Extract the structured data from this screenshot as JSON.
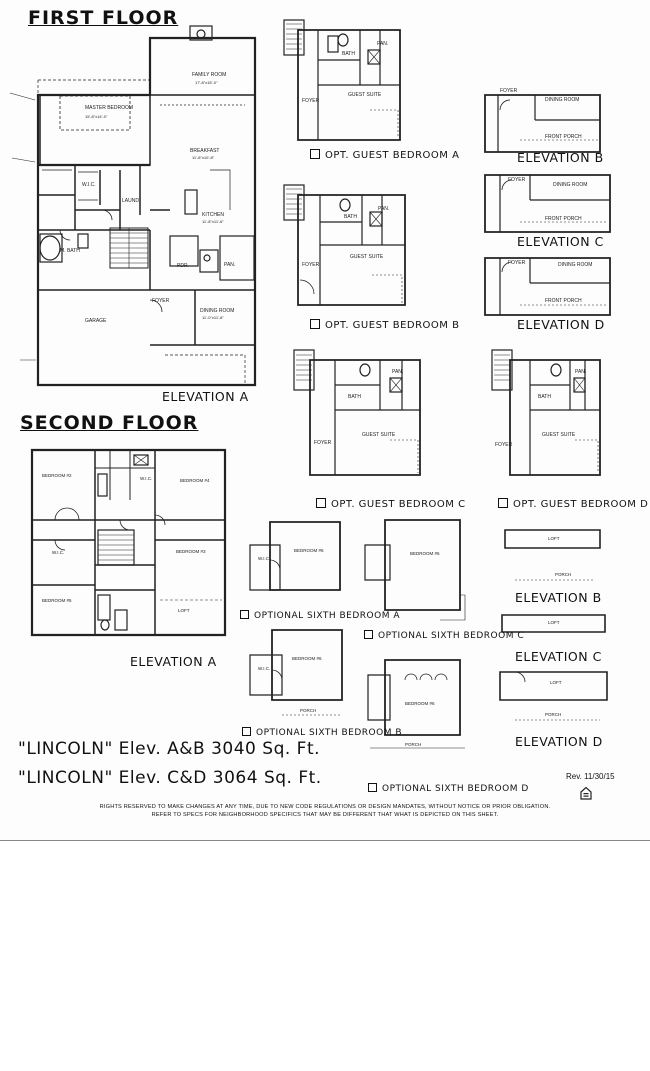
{
  "headings": {
    "first_floor": "FIRST FLOOR",
    "second_floor": "SECOND FLOOR"
  },
  "first_floor": {
    "elevation_caption": "ELEVATION A",
    "rooms": {
      "family_room": "FAMILY ROOM",
      "master_bedroom": "MASTER BEDROOM",
      "breakfast": "BREAKFAST",
      "kitchen": "KITCHEN",
      "wic": "W.I.C.",
      "laund": "LAUND.",
      "m_bath": "M. BATH",
      "pan": "PAN.",
      "pdr": "PDR.",
      "garage": "GARAGE",
      "foyer": "FOYER",
      "dining_room": "DINING ROOM",
      "dims_family": "17'-8\"x15'-0\"",
      "dims_master": "15'-8\"x14'-0\"",
      "dims_breakfast": "11'-8\"x10'-8\"",
      "dims_kitchen": "11'-8\"x11'-6\"",
      "dims_dining": "11'-0\"x11'-8\""
    }
  },
  "guest_bedroom_options": [
    {
      "caption": "OPT. GUEST BEDROOM A",
      "suite": "GUEST SUITE",
      "bath": "BATH",
      "pan": "PAN.",
      "foyer": "FOYER"
    },
    {
      "caption": "OPT. GUEST BEDROOM B",
      "suite": "GUEST SUITE",
      "bath": "BATH",
      "pan": "PAN.",
      "foyer": "FOYER"
    },
    {
      "caption": "OPT. GUEST BEDROOM C",
      "suite": "GUEST SUITE",
      "bath": "BATH",
      "pan": "PAN.",
      "foyer": "FOYER"
    },
    {
      "caption": "OPT. GUEST BEDROOM D",
      "suite": "GUEST SUITE",
      "bath": "BATH",
      "pan": "PAN.",
      "foyer": "FOYER"
    }
  ],
  "first_floor_elevations": [
    {
      "caption": "ELEVATION B",
      "dining": "DINING ROOM",
      "porch": "FRONT PORCH",
      "foyer": "FOYER"
    },
    {
      "caption": "ELEVATION C",
      "dining": "DINING ROOM",
      "porch": "FRONT PORCH",
      "foyer": "FOYER"
    },
    {
      "caption": "ELEVATION D",
      "dining": "DINING ROOM",
      "porch": "FRONT PORCH",
      "foyer": "FOYER"
    }
  ],
  "second_floor": {
    "elevation_caption": "ELEVATION A",
    "rooms": {
      "bedroom_2": "BEDROOM #2",
      "bedroom_3": "BEDROOM #3",
      "bedroom_4": "BEDROOM #4",
      "bedroom_5": "BEDROOM #5",
      "wic_1": "W.I.C.",
      "wic_2": "W.I.C.",
      "loft": "LOFT"
    }
  },
  "sixth_bedroom_options": [
    {
      "caption": "OPTIONAL SIXTH BEDROOM A",
      "room": "BEDROOM #6",
      "wic": "W.I.C."
    },
    {
      "caption": "OPTIONAL SIXTH BEDROOM B",
      "room": "BEDROOM #6",
      "wic": "W.I.C.",
      "porch": "PORCH"
    },
    {
      "caption": "OPTIONAL SIXTH BEDROOM C",
      "room": "BEDROOM #6"
    },
    {
      "caption": "OPTIONAL SIXTH BEDROOM D",
      "room": "BEDROOM #6",
      "porch": "PORCH"
    }
  ],
  "second_floor_elevations": [
    {
      "caption": "ELEVATION B",
      "loft": "LOFT",
      "porch": "PORCH"
    },
    {
      "caption": "ELEVATION C",
      "loft": "LOFT"
    },
    {
      "caption": "ELEVATION D",
      "loft": "LOFT",
      "porch": "PORCH"
    }
  ],
  "titles": {
    "line1": "\"LINCOLN\" Elev. A&B 3040 Sq. Ft.",
    "line2": "\"LINCOLN\" Elev. C&D 3064 Sq. Ft."
  },
  "revision": "Rev. 11/30/15",
  "disclaimer": {
    "line1": "RIGHTS RESERVED TO MAKE CHANGES AT ANY TIME, DUE TO NEW CODE REGULATIONS OR DESIGN MANDATES, WITHOUT NOTICE OR PRIOR OBLIGATION.",
    "line2": "REFER TO SPECS FOR NEIGHBORHOOD SPECIFICS THAT MAY BE DIFFERENT THAT WHAT IS DEPICTED ON THIS SHEET."
  },
  "logo": {
    "name": "equal-housing-opportunity-logo"
  }
}
